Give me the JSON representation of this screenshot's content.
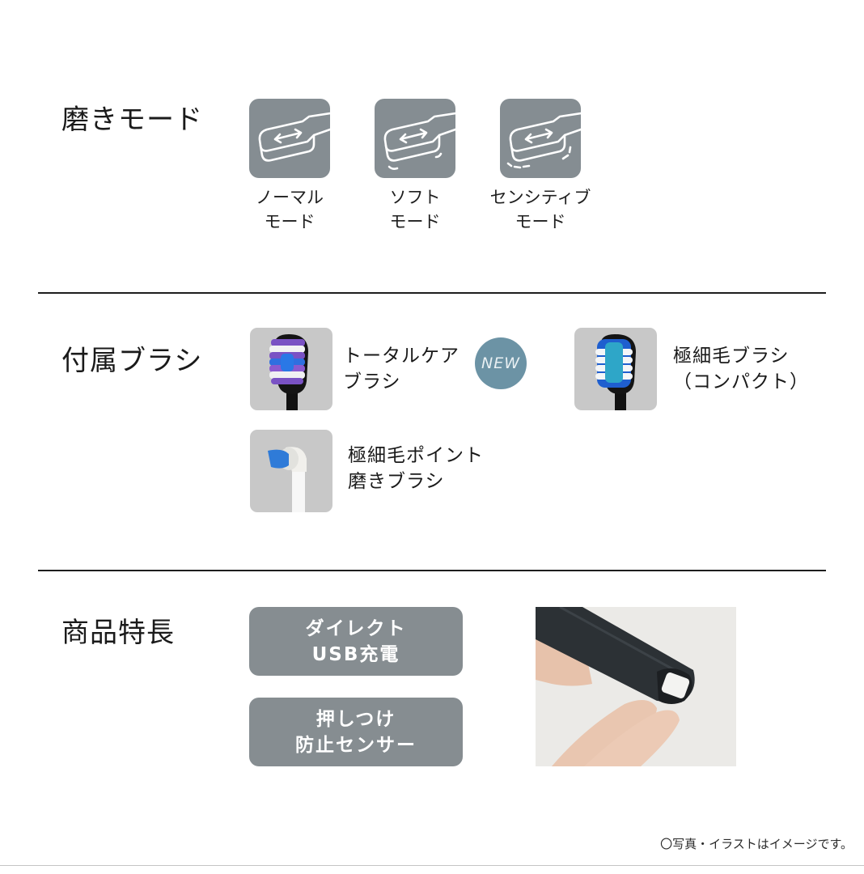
{
  "sections": {
    "modes": {
      "title": "磨きモード",
      "items": [
        {
          "line1": "ノーマル",
          "line2": "モード",
          "icon": "brush-head-normal-icon"
        },
        {
          "line1": "ソフト",
          "line2": "モード",
          "icon": "brush-head-soft-icon"
        },
        {
          "line1": "センシティブ",
          "line2": "モード",
          "icon": "brush-head-sensitive-icon"
        }
      ]
    },
    "brushes": {
      "title": "付属ブラシ",
      "items": [
        {
          "line1": "トータルケア",
          "line2": "ブラシ",
          "badge": "NEW"
        },
        {
          "line1": "極細毛ブラシ",
          "line2": "（コンパクト）"
        },
        {
          "line1": "極細毛ポイント",
          "line2": "磨きブラシ"
        }
      ]
    },
    "features": {
      "title": "商品特長",
      "items": [
        {
          "line1": "ダイレクト",
          "line2": "USB充電"
        },
        {
          "line1": "押しつけ",
          "line2": "防止センサー"
        }
      ]
    }
  },
  "footnote": "〇写真・イラストはイメージです。",
  "colors": {
    "icon_bg": "#858d92",
    "thumb_bg": "#c8c8c8",
    "badge_bg": "#6c93a5",
    "feature_bg": "#868d91",
    "divider": "#1e1e1e"
  }
}
